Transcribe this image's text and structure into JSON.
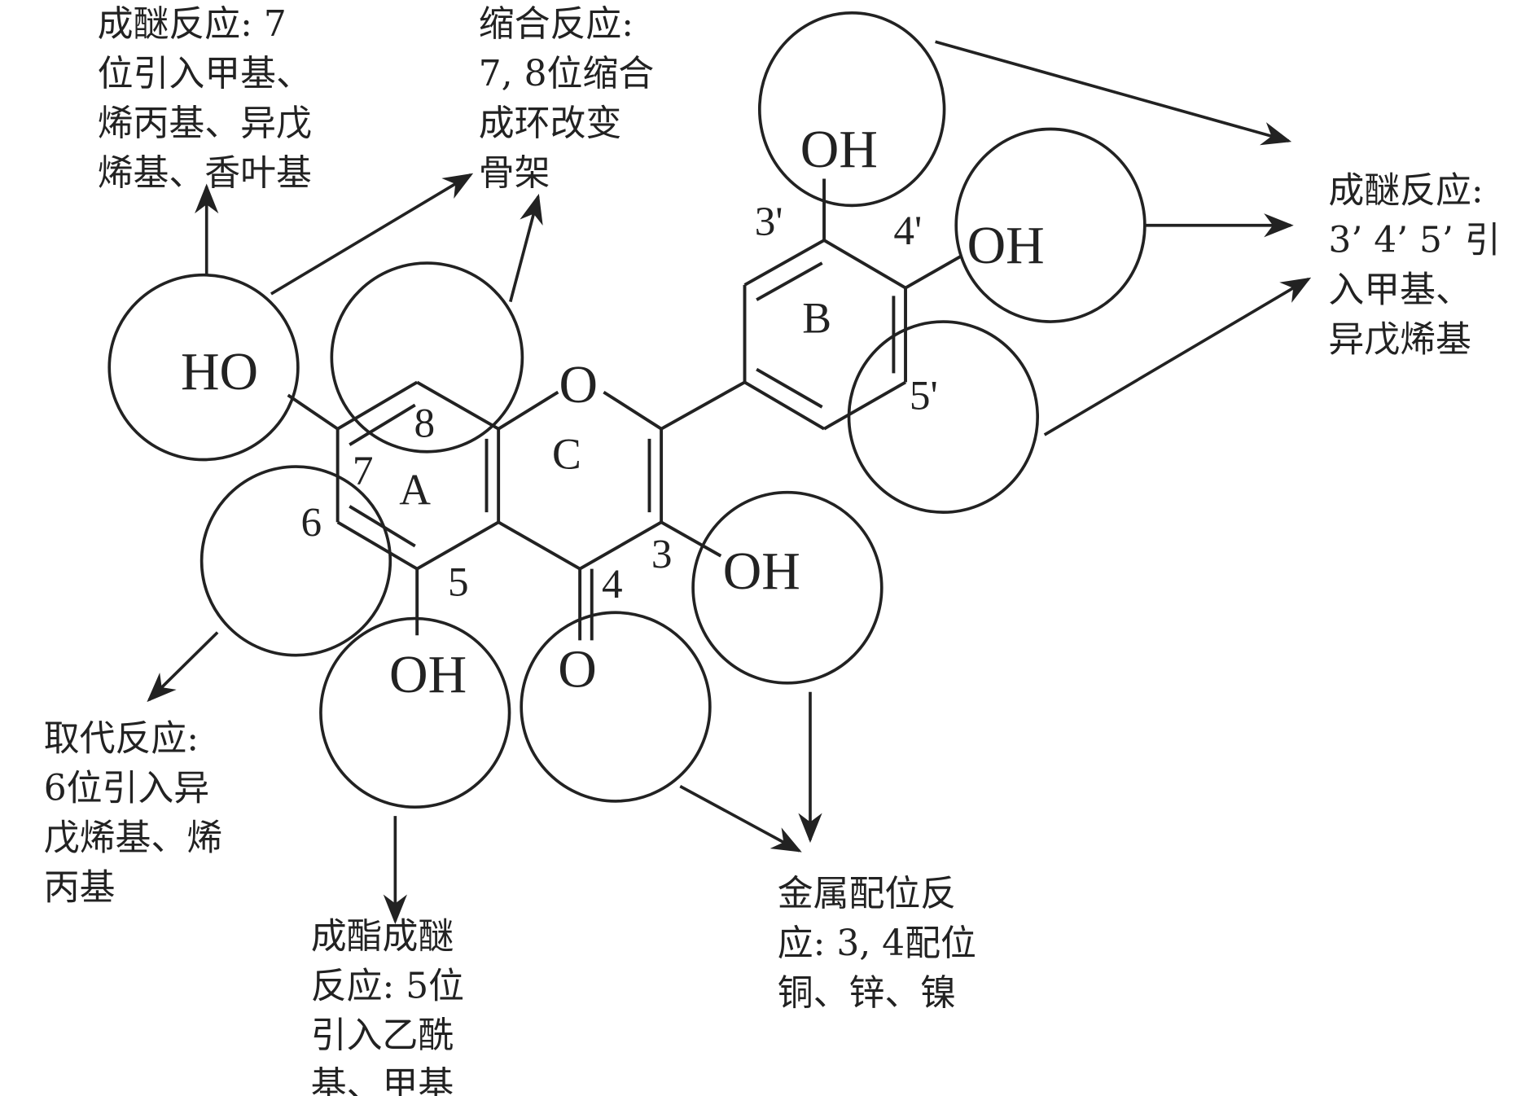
{
  "diagram": {
    "subject": "Flavonol skeleton with reactive sites",
    "ring_labels": [
      "A",
      "B",
      "C"
    ],
    "atom_labels": {
      "ho7": "HO",
      "oh5": "OH",
      "o_ring": "O",
      "o_carbonyl": "O",
      "oh3": "OH",
      "oh3p": "OH",
      "oh4p": "OH"
    },
    "position_labels": {
      "p3": "3",
      "p4": "4",
      "p5": "5",
      "p6": "6",
      "p7": "7",
      "p8": "8",
      "p3p": "3'",
      "p4p": "4'",
      "p5p": "5'"
    },
    "annotations": [
      {
        "id": "etherification-7",
        "lines": [
          "成醚反应: 7",
          "位引入甲基、",
          "烯丙基、异戊",
          "烯基、香叶基"
        ]
      },
      {
        "id": "condensation-78",
        "lines": [
          "缩合反应:",
          "7, 8位缩合",
          "成环改变",
          "骨架"
        ]
      },
      {
        "id": "etherification-345p",
        "lines": [
          "成醚反应:",
          "3’ 4’ 5’ 引",
          "入甲基、",
          "异戊烯基"
        ]
      },
      {
        "id": "substitution-6",
        "lines": [
          "取代反应:",
          "6位引入异",
          "戊烯基、烯",
          "丙基"
        ]
      },
      {
        "id": "esterification-5",
        "lines": [
          "成酯成醚",
          "反应: 5位",
          "引入乙酰",
          "基、甲基"
        ]
      },
      {
        "id": "metal-coordination-34",
        "lines": [
          "金属配位反",
          "应: 3, 4配位",
          "铜、锌、镍"
        ]
      }
    ]
  }
}
